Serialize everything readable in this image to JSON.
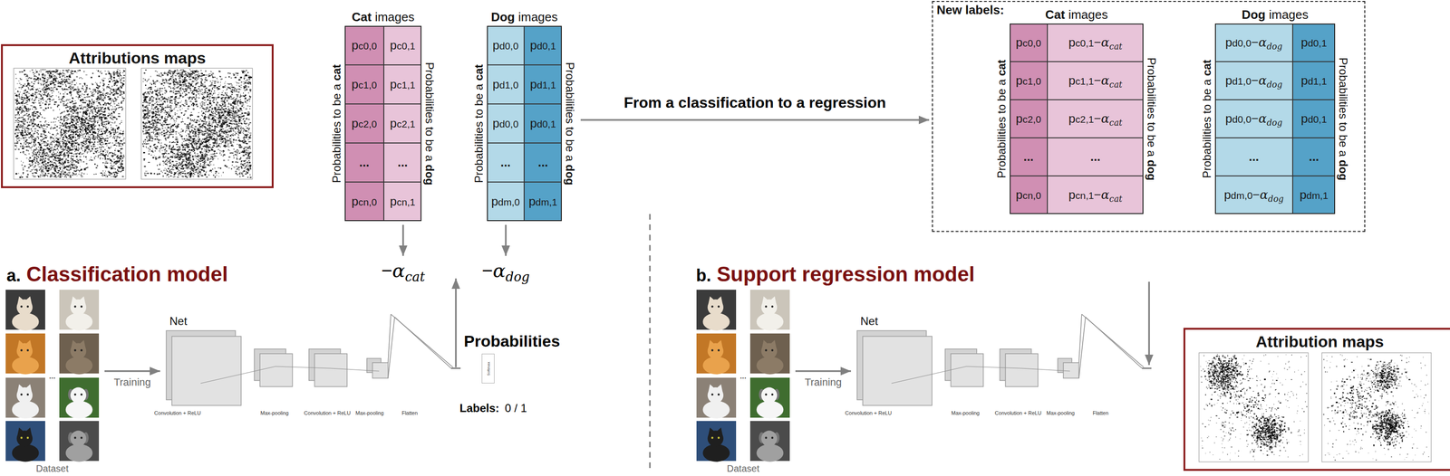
{
  "diagram": {
    "nodes": [
      {
        "text": [
          "Attributions maps"
        ]
      },
      {
        "text": [
          "Cat images"
        ]
      },
      {
        "text": [
          "Dog images"
        ]
      },
      {
        "text": [
          "New labels:"
        ]
      },
      {
        "text": [
          "Cat images"
        ],
        "in": 3
      },
      {
        "text": [
          "Dog images"
        ],
        "in": 3
      },
      {
        "text": [
          "Softmax"
        ]
      },
      {
        "text": [
          "Attribution maps"
        ]
      }
    ],
    "edges": [
      {
        "from": 2,
        "to": 3,
        "label": "From a classification to a regression",
        "arrow": "to"
      }
    ],
    "labels": [
      "Probabilities to be a cat",
      "pc0,0",
      "pc0,1",
      "pc1,0",
      "pc1,1",
      "pc2,0",
      "pc2,1",
      "...",
      "...",
      "pcn,0",
      "pcn,1",
      "Probabilities to be a dog",
      "Probabilities to be a cat",
      "pd0,0",
      "pd0,1",
      "pd1,0",
      "pd1,1",
      "pd0,0",
      "pd0,1",
      "...",
      "...",
      "pdm,0",
      "pdm,1",
      "Probabilities to be a dog",
      "−αcat",
      "−αdog",
      "a.",
      "Classification model",
      "Net",
      "Training",
      "...",
      "Dataset",
      "Convolution + ReLU",
      "Max-pooling",
      "Convolution + ReLU",
      "Max-pooling",
      "Flatten",
      "Probabilities",
      "Labels:",
      "0 / 1",
      "b.",
      "Support regression model",
      "Net",
      "Training",
      "...",
      "Dataset",
      "Convolution + ReLU",
      "Max-pooling",
      "Convolution + ReLU",
      "Max-pooling",
      "Flatten",
      "Probabilities to be a cat",
      "pc0,0",
      "pc0,1−αcat",
      "pc1,0",
      "pc1,1−αcat",
      "pc2,0",
      "pc2,1−αcat",
      "...",
      "...",
      "pcn,0",
      "pcn,1−αcat",
      "Probabilities to be a dog",
      "Probabilities to be a cat",
      "pd0,0−αdog",
      "pd0,1",
      "pd1,0−αdog",
      "pd1,1",
      "pd0,0−αdog",
      "pd0,1",
      "...",
      "...",
      "pdm,0−αdog",
      "pdm,1",
      "Probabilities to be a dog"
    ]
  }
}
